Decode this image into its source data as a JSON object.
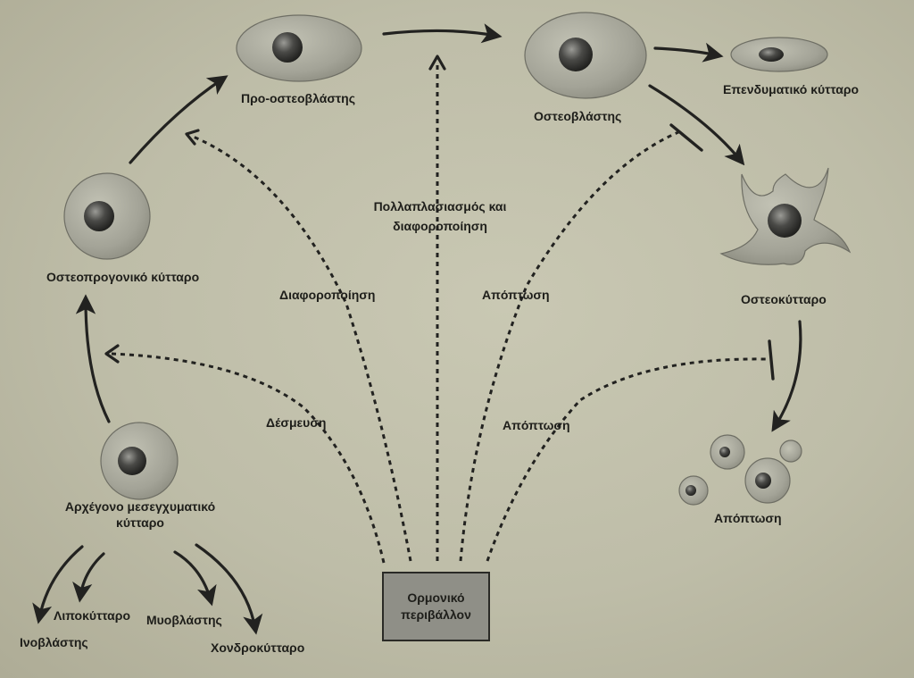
{
  "cells": {
    "mesenchymal": "Αρχέγονο μεσεγχυματικό κύτταρο",
    "osteoprogenitor": "Οστεοπρογονικό κύτταρο",
    "pre_osteoblast": "Προ-οστεοβλάστης",
    "osteoblast": "Οστεοβλάστης",
    "lining_cell": "Επενδυματικό κύτταρο",
    "osteocyte": "Οστεοκύτταρο",
    "apoptosis_bodies": "Απόπτωση"
  },
  "lineages": {
    "fibroblast": "Ινοβλάστης",
    "adipocyte": "Λιποκύτταρο",
    "myoblast": "Μυοβλάστης",
    "chondrocyte": "Χονδροκύτταρο"
  },
  "signals": {
    "commitment": "Δέσμευση",
    "differentiation": "Διαφοροποίηση",
    "proliferation_line1": "Πολλαπλασιασμός και",
    "proliferation_line2": "διαφοροποίηση",
    "apoptosis_osteoblast": "Απόπτωση",
    "apoptosis_osteocyte": "Απόπτωση"
  },
  "hormone_box": {
    "line1": "Ορμονικό",
    "line2": "περιβάλλον"
  }
}
